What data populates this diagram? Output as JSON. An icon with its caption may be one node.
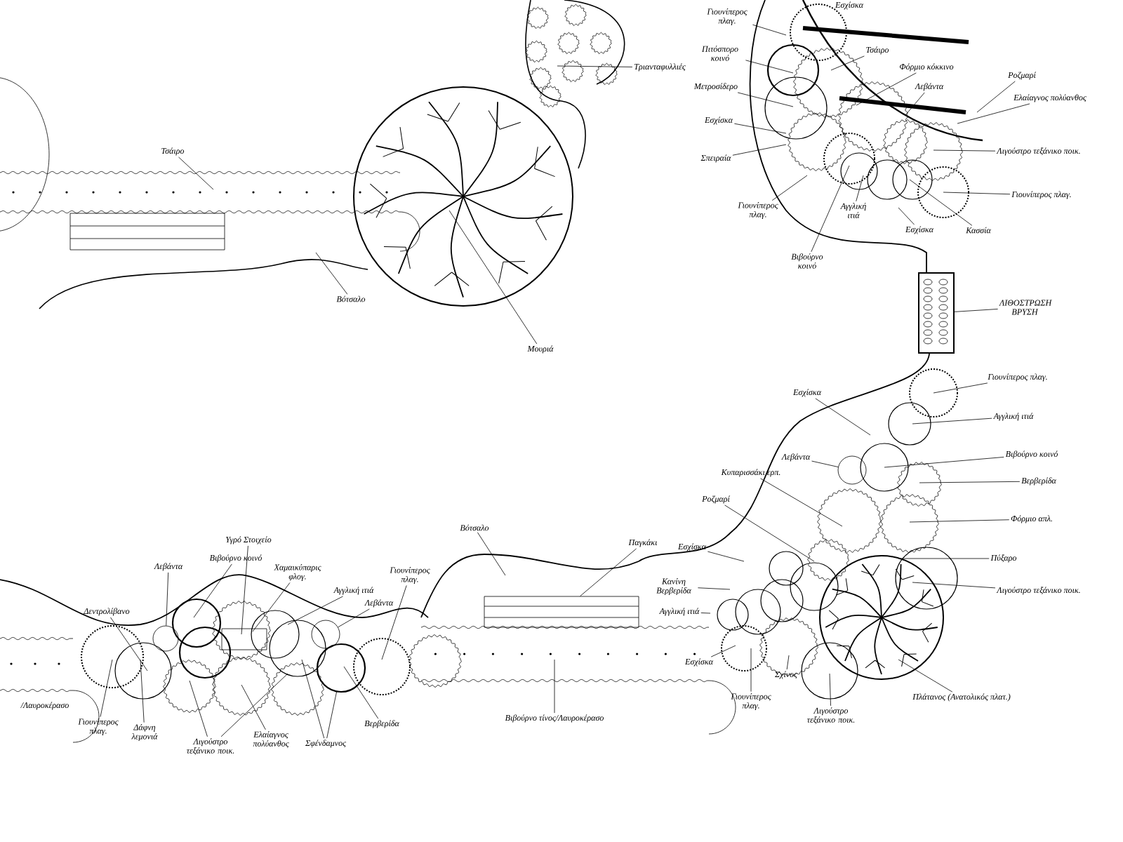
{
  "diagram": {
    "nodes": [
      {
        "text": [
          "Τσάιρο"
        ]
      },
      {
        "text": [
          "Βότσαλο"
        ]
      },
      {
        "text": [
          "Μουριά"
        ]
      },
      {
        "text": [
          "Τριανταφυλλιές"
        ]
      },
      {
        "text": [
          "Γιουνίπερος πλαγ."
        ]
      },
      {
        "text": [
          "Πιτόσπορο κοινό"
        ]
      },
      {
        "text": [
          "Μετροσίδερο"
        ]
      },
      {
        "text": [
          "Τσάιρο"
        ]
      },
      {
        "text": [
          "Φόρμιο κόκκινο"
        ]
      },
      {
        "text": [
          "Λεβάντα"
        ]
      },
      {
        "text": [
          "Ροζμαρί"
        ]
      },
      {
        "text": [
          "Ελαίαγνος πολύανθος"
        ]
      },
      {
        "text": [
          "Λιγούστρο τεξάνικο ποικ."
        ]
      },
      {
        "text": [
          "Γιουνίπερος πλαγ."
        ]
      },
      {
        "text": [
          "Κασσία"
        ]
      },
      {
        "text": [
          "Εσχίσκα"
        ]
      },
      {
        "text": [
          "Αγγλική ιτιά"
        ]
      },
      {
        "text": [
          "Βιβούρνο κοινό"
        ]
      },
      {
        "text": [
          "Γιουνίπερος πλαγ."
        ]
      },
      {
        "text": [
          "Σπειραία"
        ]
      },
      {
        "text": [
          "Εσχίσκα"
        ]
      },
      {
        "text": [
          "ΛΙΘΟΣΤΡΩΣΗ ΒΡΥΣΗ"
        ]
      },
      {
        "text": [
          "Γιουνίπερος πλαγ."
        ]
      },
      {
        "text": [
          "Αγγλική ιτιά"
        ]
      },
      {
        "text": [
          "Εσχίσκα"
        ]
      },
      {
        "text": [
          "Βιβούρνο κοινό"
        ]
      },
      {
        "text": [
          "Βερβερίδα"
        ]
      },
      {
        "text": [
          "Φόρμιο απλ."
        ]
      },
      {
        "text": [
          "Πύξαρο"
        ]
      },
      {
        "text": [
          "Λιγούστρο τεξάνικο ποικ."
        ]
      },
      {
        "text": [
          "Λεβάντα"
        ]
      },
      {
        "text": [
          "Κυπαρισσάκι ερπ."
        ]
      },
      {
        "text": [
          "Ροζμαρί"
        ]
      },
      {
        "text": [
          "Εσχίσκα"
        ]
      },
      {
        "text": [
          "Κανίνη Βερβερίδα"
        ]
      },
      {
        "text": [
          "Αγγλική ιτιά"
        ]
      },
      {
        "text": [
          "Εσχίσκα"
        ]
      },
      {
        "text": [
          "Γιουνίπερος πλαγ."
        ]
      },
      {
        "text": [
          "Σχίνος"
        ]
      },
      {
        "text": [
          "Λιγούστρο τεξάνικο ποικ."
        ]
      },
      {
        "text": [
          "Πλάτανος (Ανατολικός πλατ.)"
        ]
      },
      {
        "text": [
          "Βότσαλο"
        ]
      },
      {
        "text": [
          "Παγκάκι"
        ]
      },
      {
        "text": [
          "Βιβούρνο τίνος/Λαυροκέρασο"
        ]
      },
      {
        "text": [
          "Υγρό Στοιχείο"
        ]
      },
      {
        "text": [
          "Λεβάντα"
        ]
      },
      {
        "text": [
          "Βιβούρνο κοινό"
        ]
      },
      {
        "text": [
          "Χαμαικύπαρις φλογ."
        ]
      },
      {
        "text": [
          "Αγγλική ιτιά"
        ]
      },
      {
        "text": [
          "Λεβάντα"
        ]
      },
      {
        "text": [
          "Γιουνίπερος πλαγ."
        ]
      },
      {
        "text": [
          "Δεντρολίβανο"
        ]
      },
      {
        "text": [
          "Γιουνίπερος πλαγ."
        ]
      },
      {
        "text": [
          "Δάφνη λεμονιά"
        ]
      },
      {
        "text": [
          "Λιγούστρο τεξάνικο ποικ."
        ]
      },
      {
        "text": [
          "Ελαίαγνος πολύανθος"
        ]
      },
      {
        "text": [
          "Σφένδαμνος"
        ]
      },
      {
        "text": [
          "Βερβερίδα"
        ]
      },
      {
        "text": [],
        "shape": "box"
      },
      {
        "text": [],
        "shape": "box"
      },
      {
        "text": [],
        "shape": "circle"
      },
      {
        "text": [],
        "shape": "circle"
      },
      {
        "text": [],
        "shape": "circle"
      }
    ],
    "edges": [
      {
        "from": 0,
        "to": null,
        "arrow": "none"
      },
      {
        "from": 1,
        "to": null,
        "arrow": "none"
      },
      {
        "from": 2,
        "to": null,
        "arrow": "none"
      },
      {
        "from": 3,
        "to": null,
        "arrow": "none"
      },
      {
        "from": 4,
        "to": null,
        "arrow": "none"
      },
      {
        "from": 5,
        "to": null,
        "arrow": "none"
      },
      {
        "from": 6,
        "to": null,
        "arrow": "none"
      },
      {
        "from": 7,
        "to": null,
        "arrow": "none"
      },
      {
        "from": 8,
        "to": null,
        "arrow": "none"
      },
      {
        "from": 9,
        "to": null,
        "arrow": "none"
      },
      {
        "from": 10,
        "to": null,
        "arrow": "none"
      },
      {
        "from": 11,
        "to": null,
        "arrow": "none"
      },
      {
        "from": 12,
        "to": null,
        "arrow": "none"
      },
      {
        "from": 13,
        "to": null,
        "arrow": "none"
      },
      {
        "from": 14,
        "to": null,
        "arrow": "none"
      },
      {
        "from": 15,
        "to": null,
        "arrow": "none"
      },
      {
        "from": 16,
        "to": null,
        "arrow": "none"
      },
      {
        "from": 17,
        "to": null,
        "arrow": "none"
      },
      {
        "from": 18,
        "to": null,
        "arrow": "none"
      },
      {
        "from": 19,
        "to": null,
        "arrow": "none"
      },
      {
        "from": 20,
        "to": null,
        "arrow": "none"
      },
      {
        "from": 21,
        "to": 59,
        "arrow": "none"
      },
      {
        "from": 22,
        "to": null,
        "arrow": "none"
      },
      {
        "from": 23,
        "to": null,
        "arrow": "none"
      },
      {
        "from": 24,
        "to": null,
        "arrow": "none"
      },
      {
        "from": 25,
        "to": null,
        "arrow": "none"
      },
      {
        "from": 26,
        "to": null,
        "arrow": "none"
      },
      {
        "from": 27,
        "to": null,
        "arrow": "none"
      },
      {
        "from": 28,
        "to": null,
        "arrow": "none"
      },
      {
        "from": 29,
        "to": null,
        "arrow": "none"
      },
      {
        "from": 30,
        "to": 60,
        "arrow": "none"
      },
      {
        "from": 31,
        "to": null,
        "arrow": "none"
      },
      {
        "from": 32,
        "to": null,
        "arrow": "none"
      },
      {
        "from": 33,
        "to": null,
        "arrow": "none"
      },
      {
        "from": 34,
        "to": null,
        "arrow": "none"
      },
      {
        "from": 35,
        "to": null,
        "arrow": "none"
      },
      {
        "from": 36,
        "to": null,
        "arrow": "none"
      },
      {
        "from": 37,
        "to": null,
        "arrow": "none"
      },
      {
        "from": 38,
        "to": null,
        "arrow": "none"
      },
      {
        "from": 39,
        "to": null,
        "arrow": "none"
      },
      {
        "from": 40,
        "to": null,
        "arrow": "none"
      },
      {
        "from": 41,
        "to": null,
        "arrow": "none"
      },
      {
        "from": 42,
        "to": 58,
        "arrow": "none"
      },
      {
        "from": 43,
        "to": null,
        "arrow": "none"
      },
      {
        "from": 44,
        "to": null,
        "arrow": "none"
      },
      {
        "from": 45,
        "to": 61,
        "arrow": "none"
      },
      {
        "from": 46,
        "to": null,
        "arrow": "none"
      },
      {
        "from": 47,
        "to": null,
        "arrow": "none"
      },
      {
        "from": 48,
        "to": null,
        "arrow": "none"
      },
      {
        "from": 49,
        "to": 62,
        "arrow": "none"
      },
      {
        "from": 50,
        "to": null,
        "arrow": "none"
      },
      {
        "from": 51,
        "to": null,
        "arrow": "none"
      },
      {
        "from": 52,
        "to": null,
        "arrow": "none"
      },
      {
        "from": 53,
        "to": null,
        "arrow": "none"
      },
      {
        "from": 54,
        "to": null,
        "arrow": "none"
      },
      {
        "from": 55,
        "to": null,
        "arrow": "none"
      },
      {
        "from": 56,
        "to": null,
        "arrow": "none"
      },
      {
        "from": 57,
        "to": null,
        "arrow": "none"
      },
      {
        "from": 54,
        "to": null,
        "arrow": "none"
      },
      {
        "from": 56,
        "to": null,
        "arrow": "none"
      }
    ],
    "labels": [
      "Εσχίσκα",
      "/Λαυροκέρασο"
    ]
  }
}
